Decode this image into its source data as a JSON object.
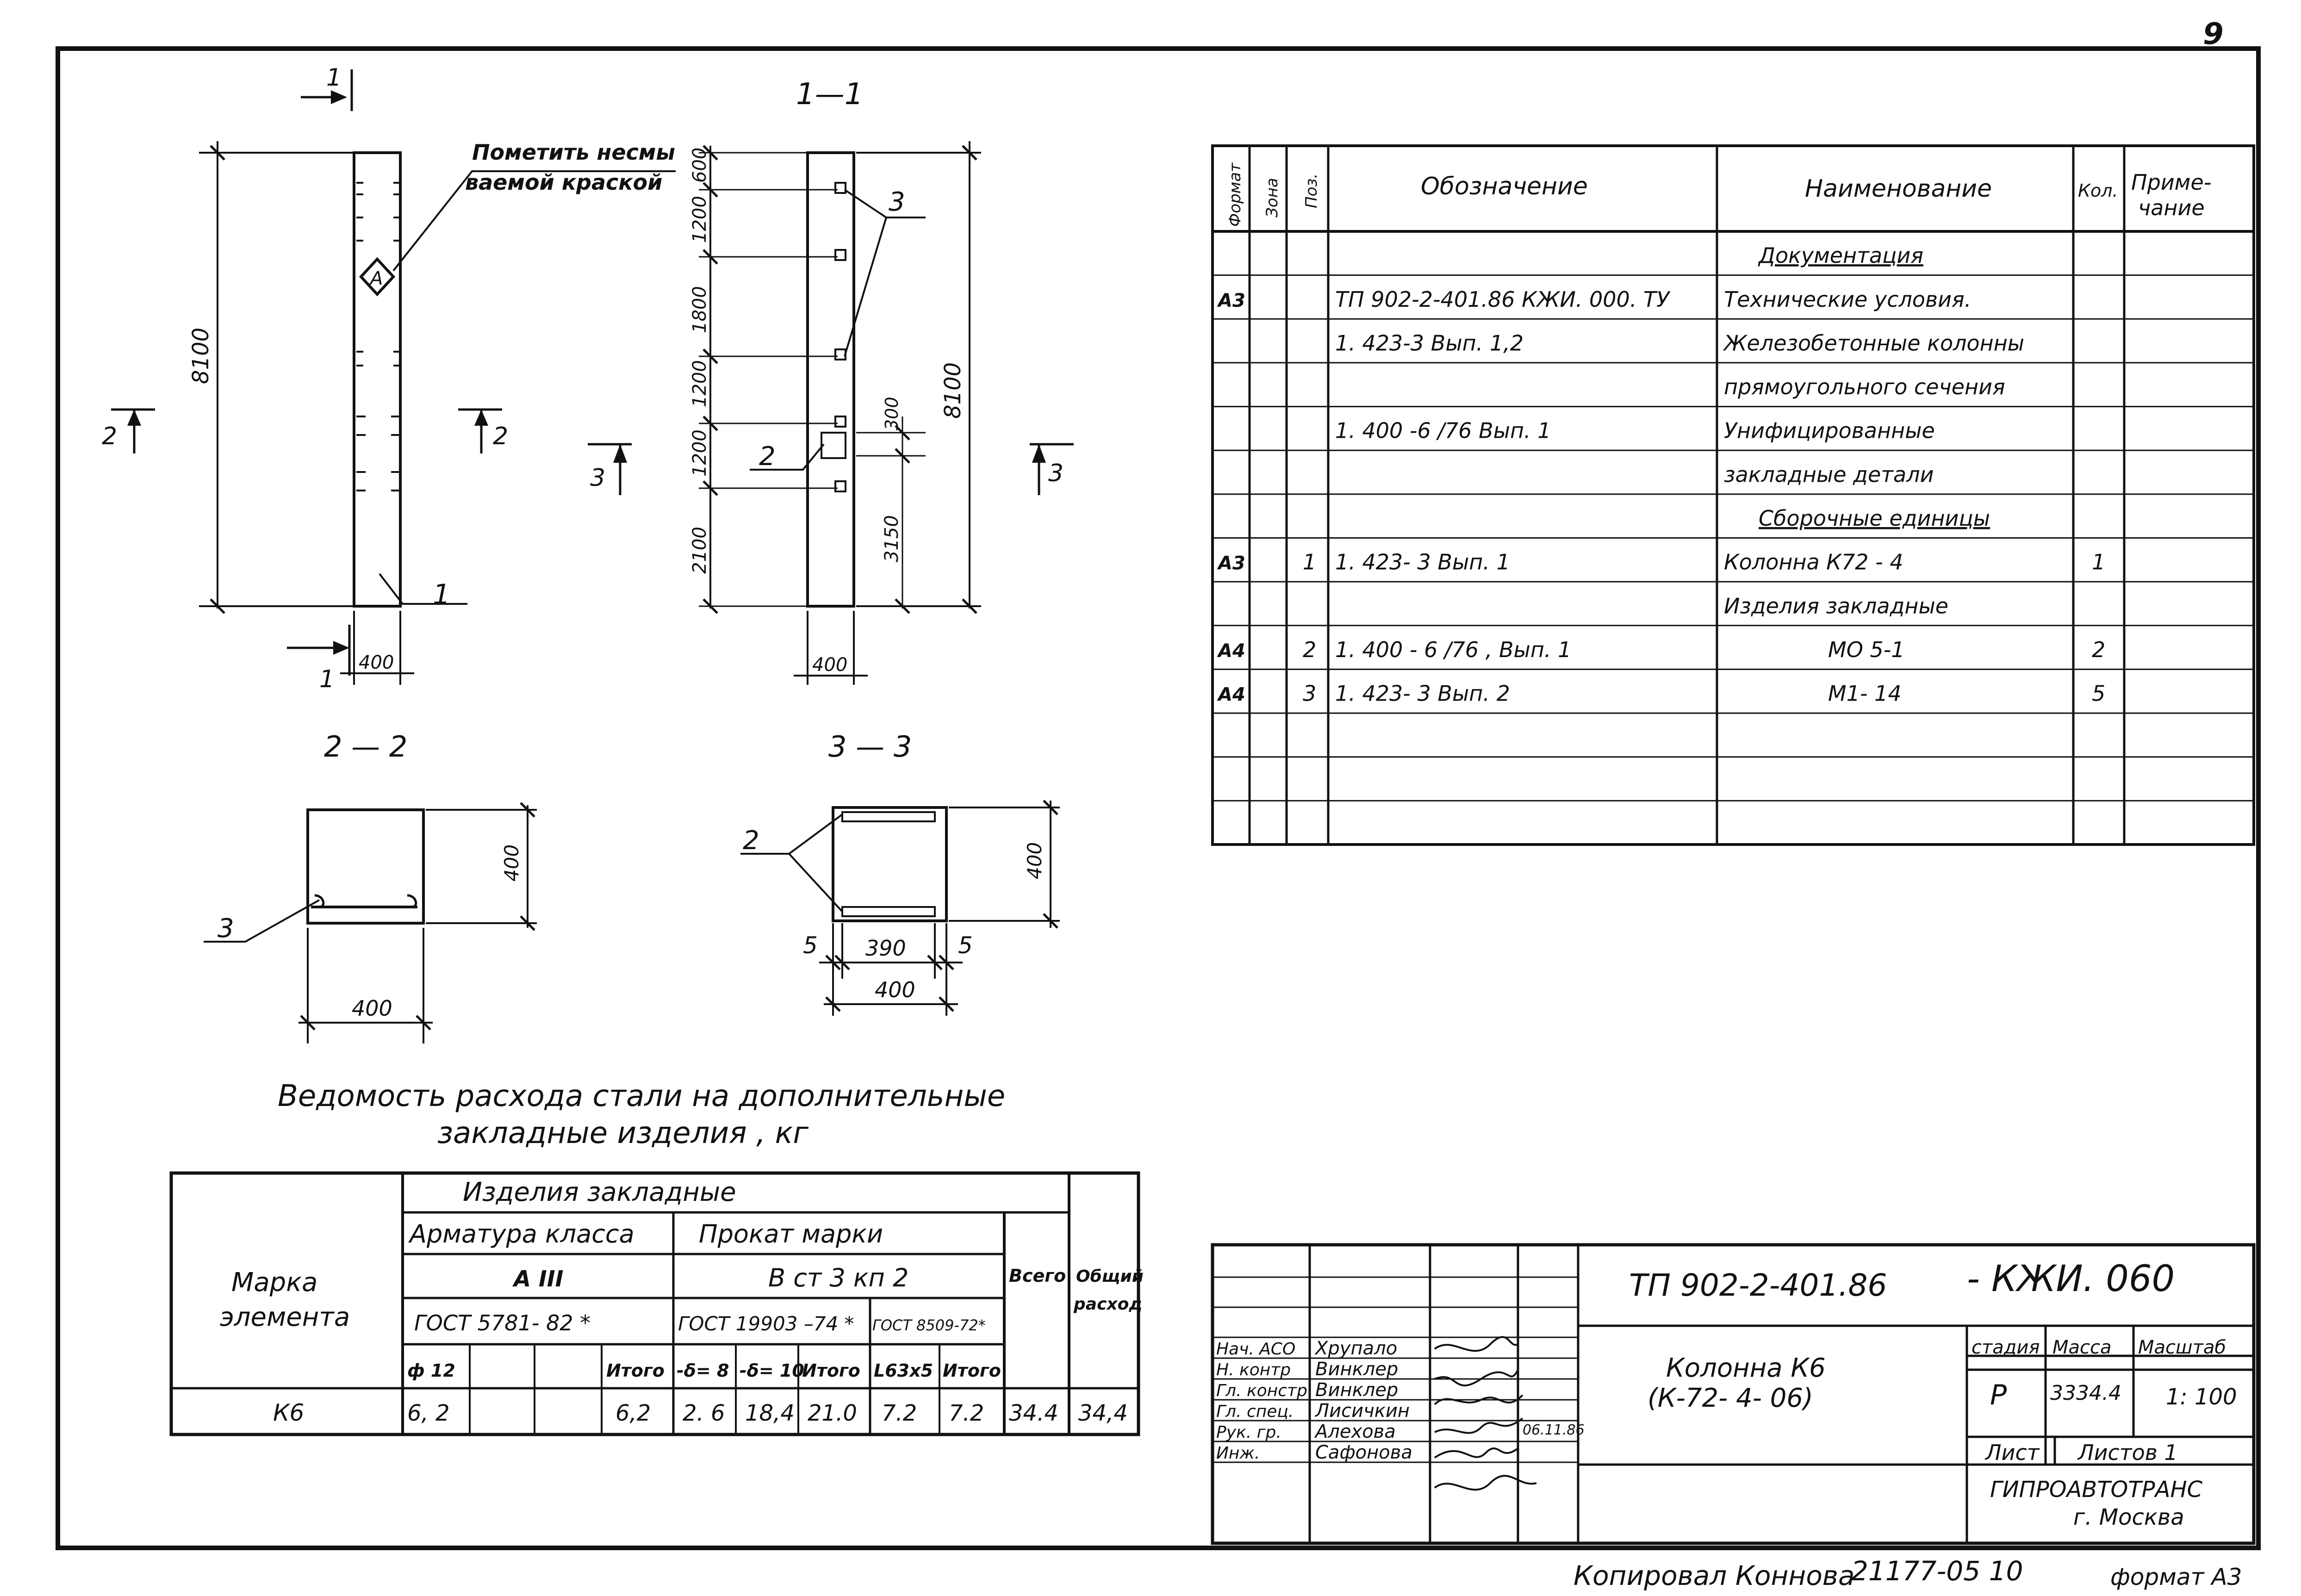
{
  "page_number": "9",
  "drawing": {
    "elevation_section_mark": "1",
    "section_mark_top": "1",
    "section_mark_bottom": "1",
    "mark_note_line1": "Пометить несмы",
    "mark_note_line2": "ваемой краской",
    "mark_letter": "А",
    "dim_total_height": "8100",
    "dim_width": "400",
    "section2_mark": "2",
    "section_1_1_title": "1—1",
    "dims_left": [
      "600",
      "1200",
      "1800",
      "1200",
      "1200",
      "2100"
    ],
    "dim_300": "300",
    "dim_3150": "3150",
    "dim_total_height_right": "8100",
    "pos_2": "2",
    "pos_3": "3",
    "section3_mark": "3",
    "section_2_2_title": "2 — 2",
    "section_3_3_title": "3 — 3",
    "dim_400": "400",
    "dim_390": "390",
    "dim_5": "5",
    "pos_1": "1"
  },
  "spec_table": {
    "headers": {
      "format": "Формат",
      "zone": "Зона",
      "pos": "Поз.",
      "designation": "Обозначение",
      "name": "Наименование",
      "qty": "Кол.",
      "note_line1": "Приме-",
      "note_line2": "чание"
    },
    "rows": [
      {
        "format": "",
        "pos": "",
        "designation": "",
        "name": "Документация",
        "qty": ""
      },
      {
        "format": "А3",
        "pos": "",
        "designation": "ТП 902-2-401.86   КЖИ. 000. ТУ",
        "name": "Технические условия.",
        "qty": ""
      },
      {
        "format": "",
        "pos": "",
        "designation": "1. 423-3  Вып. 1,2",
        "name": "Железобетонные колонны",
        "qty": ""
      },
      {
        "format": "",
        "pos": "",
        "designation": "",
        "name": "прямоугольного  сечения",
        "qty": ""
      },
      {
        "format": "",
        "pos": "",
        "designation": "1. 400 -6 /76  Вып. 1",
        "name": "Унифицированные",
        "qty": ""
      },
      {
        "format": "",
        "pos": "",
        "designation": "",
        "name": "закладные  детали",
        "qty": ""
      },
      {
        "format": "",
        "pos": "",
        "designation": "",
        "name": "Сборочные  единицы",
        "qty": ""
      },
      {
        "format": "А3",
        "pos": "1",
        "designation": "1. 423- 3  Вып. 1",
        "name": "Колонна   К72 - 4",
        "qty": "1"
      },
      {
        "format": "",
        "pos": "",
        "designation": "",
        "name": "Изделия  закладные",
        "qty": ""
      },
      {
        "format": "А4",
        "pos": "2",
        "designation": "1. 400 - 6 /76 , Вып. 1",
        "name": "МО 5-1",
        "qty": "2"
      },
      {
        "format": "А4",
        "pos": "3",
        "designation": "1. 423- 3 Вып. 2",
        "name": "М1- 14",
        "qty": "5"
      },
      {
        "format": "",
        "pos": "",
        "designation": "",
        "name": "",
        "qty": ""
      },
      {
        "format": "",
        "pos": "",
        "designation": "",
        "name": "",
        "qty": ""
      },
      {
        "format": "",
        "pos": "",
        "designation": "",
        "name": "",
        "qty": ""
      }
    ]
  },
  "steel_table": {
    "title_line1": "Ведомость расхода стали на дополнительные",
    "title_line2": "закладные изделия , кг",
    "group_header": "Изделия  закладные",
    "mark_header_line1": "Марка",
    "mark_header_line2": "элемента",
    "armatura": "Арматура  класса",
    "armatura_class": "А III",
    "armatura_gost": "ГОСТ  5781- 82 *",
    "prokat": "Прокат   марки",
    "prokat_grade": "В ст 3  кп 2",
    "prokat_gost1": "ГОСТ 19903 –74 *",
    "prokat_gost2": "ГОСТ 8509-72*",
    "total": "Всего",
    "overall_line1": "Общий",
    "overall_line2": "расход",
    "sub_headers": [
      "ф 12",
      "",
      "",
      "Итого",
      "-δ= 8",
      "-δ= 10",
      "Итого",
      "L63x5",
      "Итого"
    ],
    "row": {
      "mark": "К6",
      "values": [
        "6, 2",
        "",
        "",
        "6,2",
        "2. 6",
        "18,4",
        "21.0",
        "7.2",
        "7.2",
        "34.4",
        "34,4"
      ]
    }
  },
  "title_block": {
    "doc_code": "ТП  902-2-401.86",
    "doc_suffix": "- КЖИ. 060",
    "roles": [
      {
        "role": "Нач. АСО",
        "name": "Хрупало"
      },
      {
        "role": "Н. контр",
        "name": "Винклер"
      },
      {
        "role": "Гл. констр",
        "name": "Винклер"
      },
      {
        "role": "Гл. спец.",
        "name": "Лисичкин"
      },
      {
        "role": "Рук. гр.",
        "name": "Алехова"
      },
      {
        "role": "Инж.",
        "name": "Сафонова"
      }
    ],
    "date": "06.11.86",
    "item_name_line1": "Колонна  К6",
    "item_name_line2": "(К-72- 4- 06)",
    "stage_label": "стадия",
    "mass_label": "Масса",
    "scale_label": "Масштаб",
    "stage": "Р",
    "mass": "3334.4",
    "scale": "1: 100",
    "sheet_label": "Лист",
    "sheets_label": "Листов 1",
    "org_line1": "ГИПРОАВТОТРАНС",
    "org_line2": "г. Москва"
  },
  "footer": {
    "copied": "Копировал  Коннова",
    "order": "21177-05  10",
    "format": "формат А3"
  }
}
